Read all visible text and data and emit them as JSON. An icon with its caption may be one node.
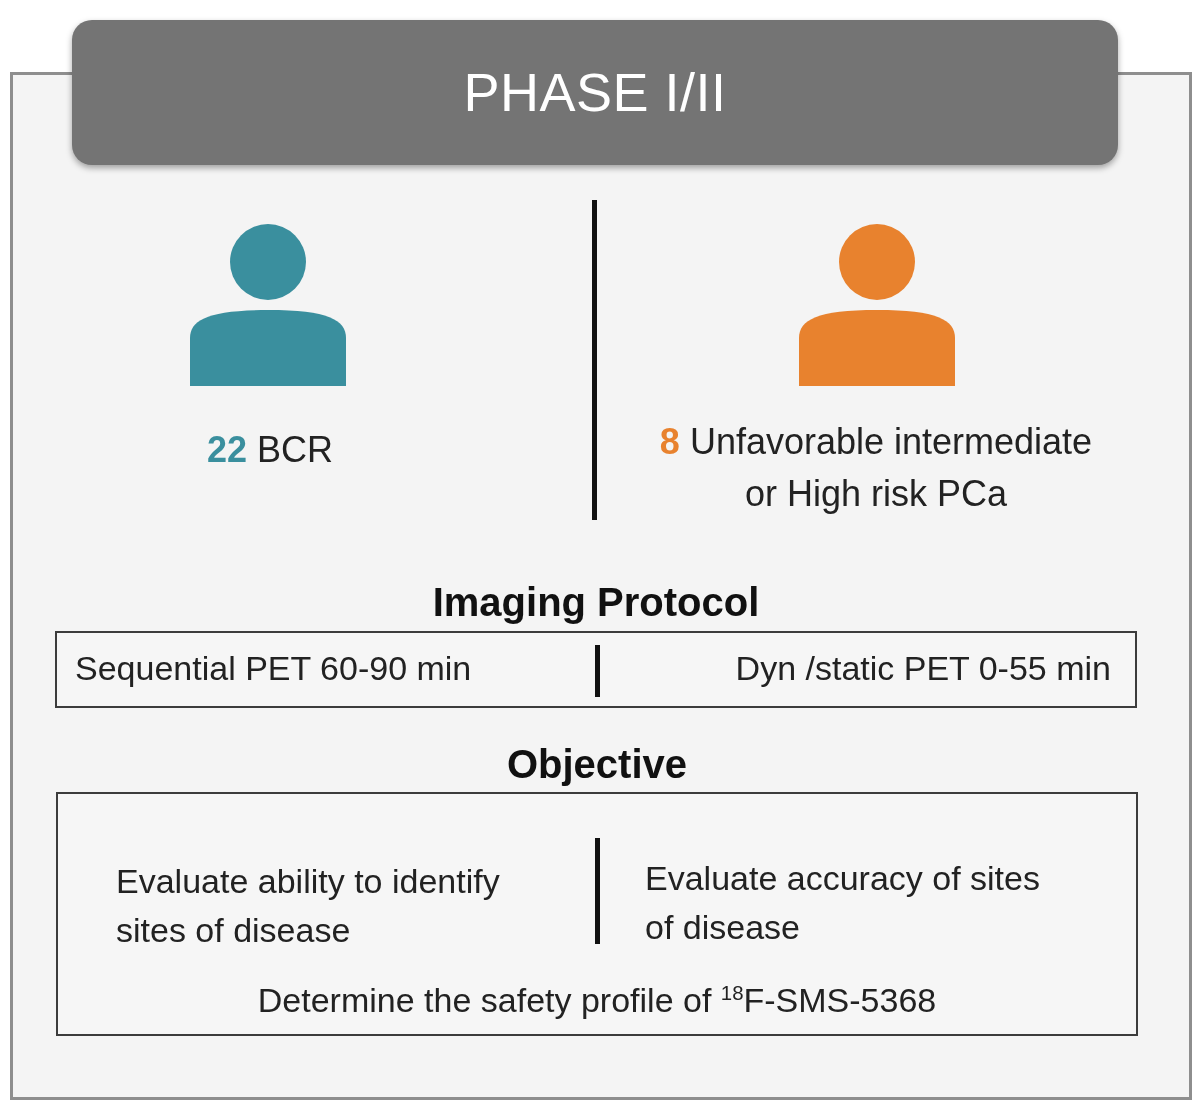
{
  "diagram": {
    "title": "PHASE I/II",
    "nodes": [
      {
        "text": [
          "Imaging Protocol",
          "Sequential PET 60-90 min",
          "Dyn /static PET 0-55 min"
        ]
      },
      {
        "text": [
          "Objective",
          "Evaluate ability to identify sites of disease",
          "Evaluate accuracy of sites of disease",
          "Determine the safety profile of $^{18}$F-SMS-5368"
        ]
      }
    ],
    "labels": [
      "**22** BCR",
      "**8** Unfavorable intermediate or High risk PCa"
    ]
  }
}
